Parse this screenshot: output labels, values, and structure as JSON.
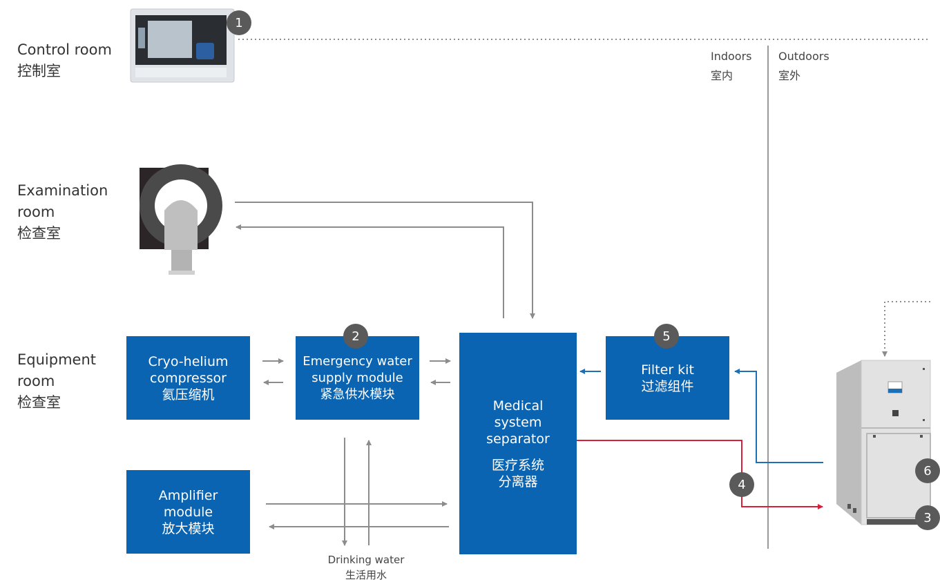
{
  "rooms": {
    "control": {
      "en": "Control room",
      "cn": "控制室"
    },
    "examination": {
      "en_line1": "Examination",
      "en_line2": "room",
      "cn": "检查室"
    },
    "equipment": {
      "en_line1": "Equipment",
      "en_line2": "room",
      "cn": "检查室"
    }
  },
  "zones": {
    "indoors": {
      "en": "Indoors",
      "cn": "室内"
    },
    "outdoors": {
      "en": "Outdoors",
      "cn": "室外"
    }
  },
  "modules": {
    "compressor": {
      "line1": "Cryo-helium",
      "line2": "compressor",
      "cn": "氦压缩机"
    },
    "emergency": {
      "line1": "Emergency water",
      "line2": "supply module",
      "cn": "紧急供水模块"
    },
    "separator": {
      "line1": "Medical",
      "line2": "system",
      "line3": "separator",
      "cn1": "医疗系统",
      "cn2": "分离器"
    },
    "filter": {
      "line1": "Filter kit",
      "cn": "过滤组件"
    },
    "amplifier": {
      "line1": "Amplifier",
      "line2": "module",
      "cn": "放大模块"
    }
  },
  "drinking_water": {
    "en": "Drinking water",
    "cn": "生活用水"
  },
  "badges": [
    "1",
    "2",
    "3",
    "4",
    "5",
    "6"
  ],
  "colors": {
    "box_blue": "#0a64b2",
    "line_gray": "#8c8c8c",
    "line_blue": "#1f6fb5",
    "line_red": "#d8203a",
    "badge": "#5a5a5a"
  }
}
